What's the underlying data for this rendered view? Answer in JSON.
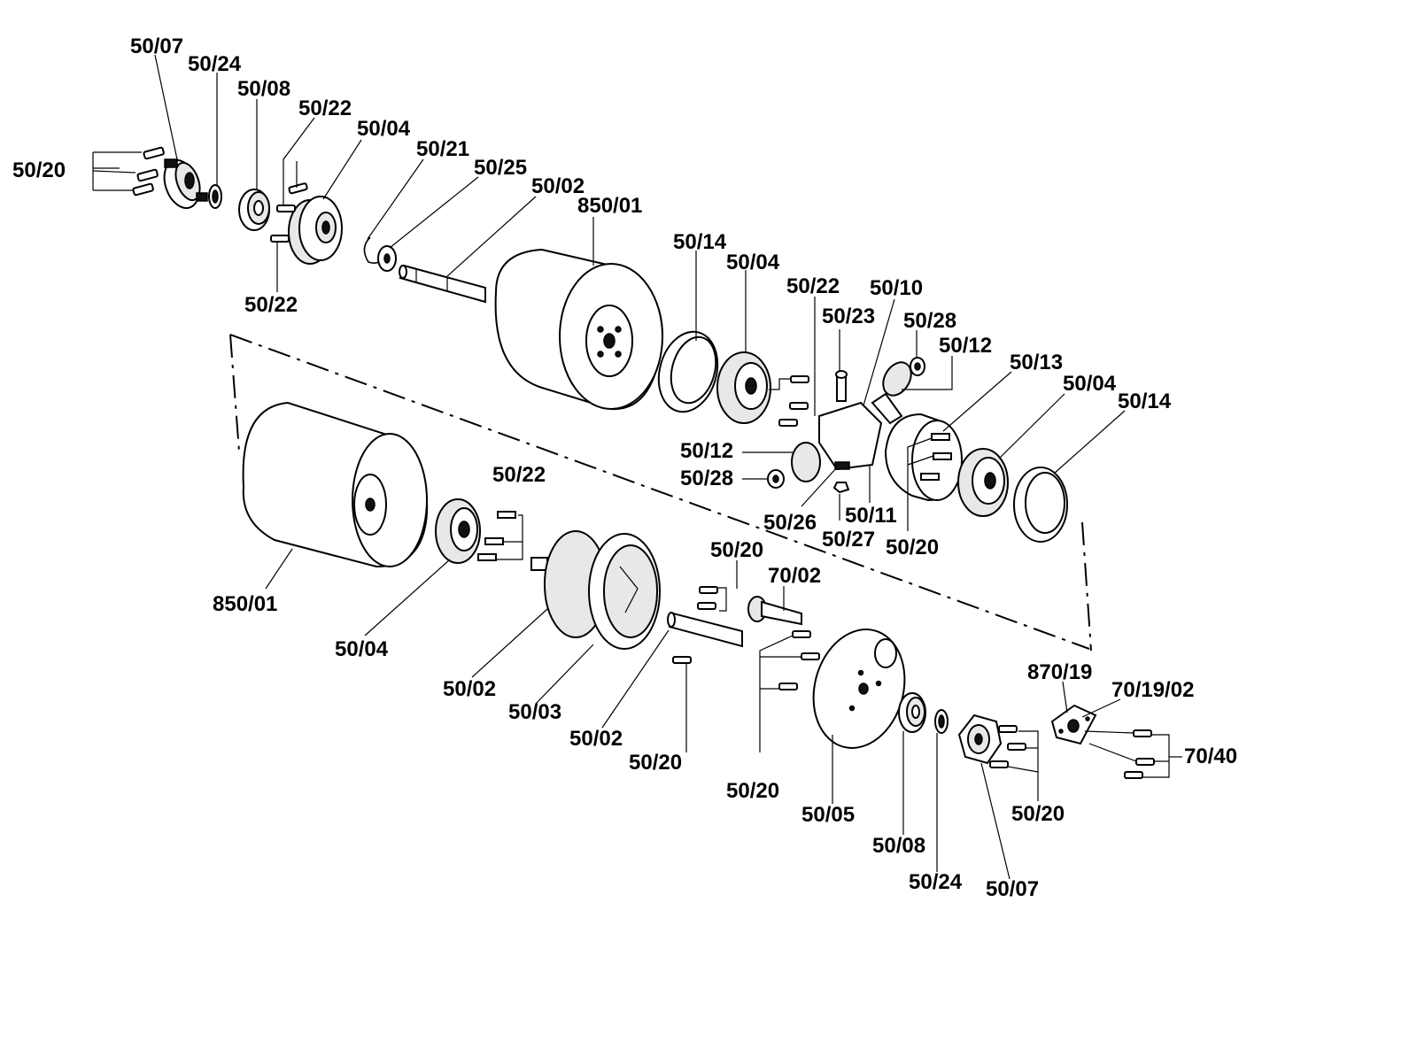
{
  "labels": {
    "u_50_07": "50/07",
    "u_50_24": "50/24",
    "u_50_08": "50/08",
    "u_50_22a": "50/22",
    "u_50_04": "50/04",
    "u_50_21": "50/21",
    "u_50_25": "50/25",
    "u_50_02": "50/02",
    "u_850_01": "850/01",
    "u_50_20": "50/20",
    "u_50_22b": "50/22",
    "d_50_14a": "50/14",
    "d_50_04a": "50/04",
    "d_50_22": "50/22",
    "d_50_10": "50/10",
    "d_50_23": "50/23",
    "d_50_28a": "50/28",
    "d_50_12a": "50/12",
    "d_50_13": "50/13",
    "d_50_04b": "50/04",
    "d_50_14b": "50/14",
    "d_50_12b": "50/12",
    "d_50_28b": "50/28",
    "d_50_26": "50/26",
    "d_50_27": "50/27",
    "d_50_11": "50/11",
    "d_50_20": "50/20",
    "l_50_22": "50/22",
    "l_850_01": "850/01",
    "l_50_04": "50/04",
    "l_50_02a": "50/02",
    "l_50_03": "50/03",
    "l_50_02b": "50/02",
    "l_50_20a": "50/20",
    "l_50_20b": "50/20",
    "l_70_02": "70/02",
    "l_50_20c": "50/20",
    "l_50_05": "50/05",
    "l_50_08": "50/08",
    "l_50_24": "50/24",
    "l_50_07": "50/07",
    "l_50_20d": "50/20",
    "l_870_19": "870/19",
    "l_70_19_02": "70/19/02",
    "l_70_40": "70/40"
  }
}
